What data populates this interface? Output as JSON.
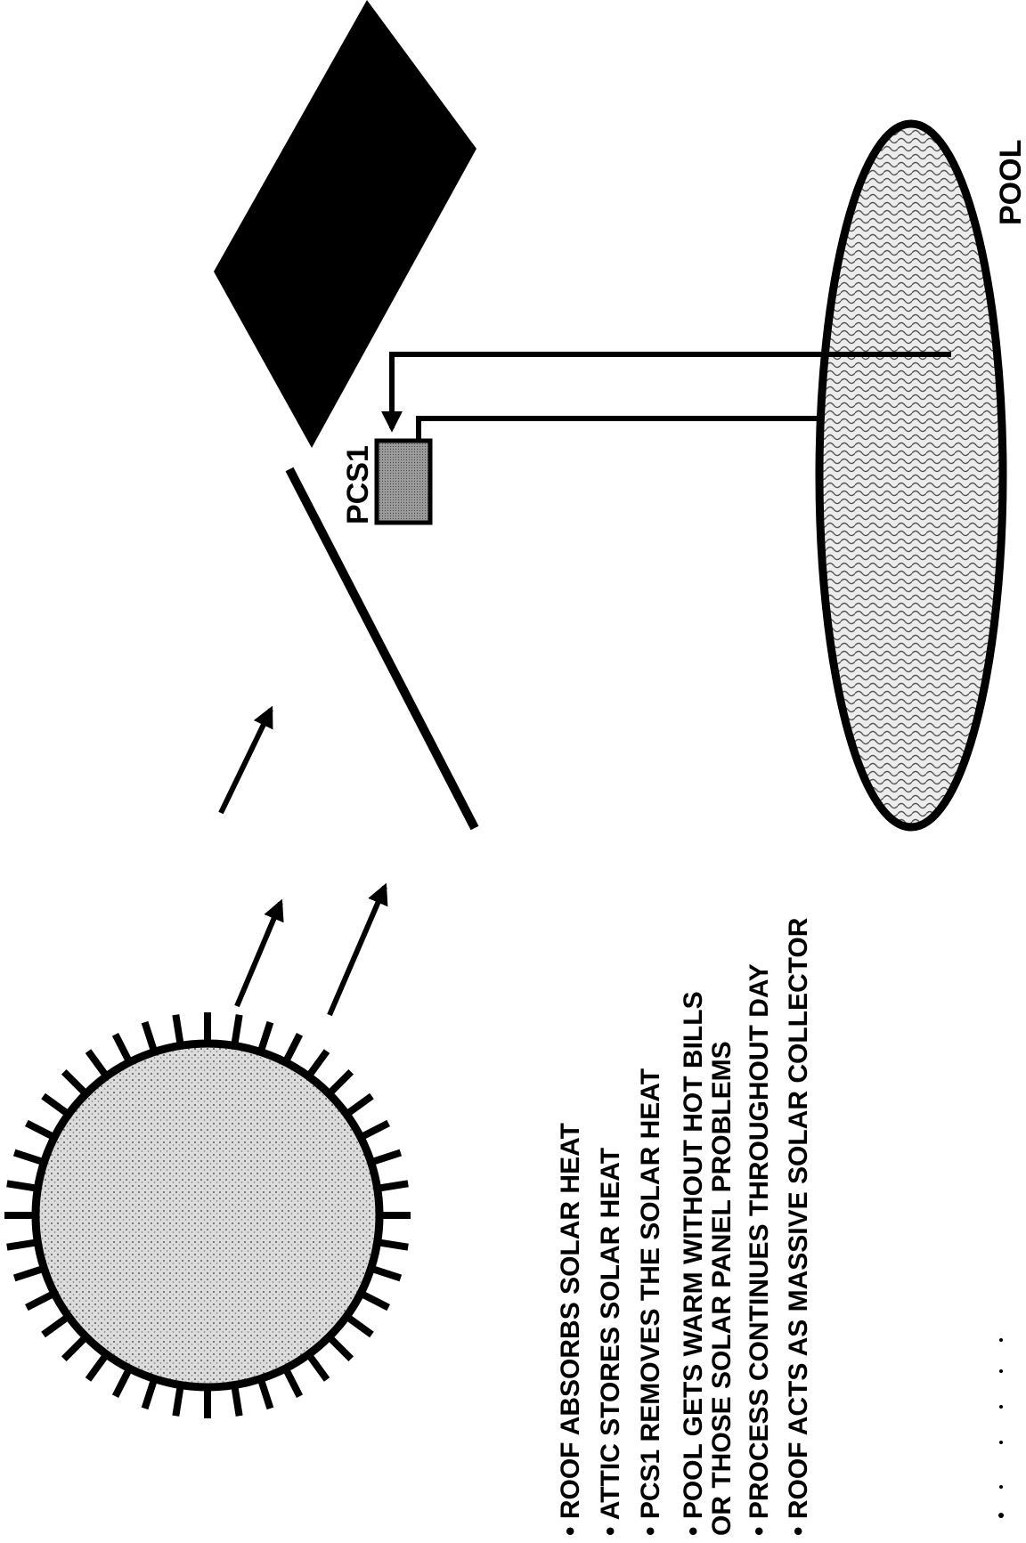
{
  "labels": {
    "pcs1": "PCS1",
    "pool": "POOL"
  },
  "bullets": [
    {
      "lines": [
        "ROOF ABSORBS SOLAR HEAT"
      ]
    },
    {
      "lines": [
        "ATTIC STORES SOLAR HEAT"
      ]
    },
    {
      "lines": [
        "PCS1 REMOVES THE SOLAR HEAT"
      ]
    },
    {
      "lines": [
        "POOL GETS WARM WITHOUT HOT BILLS",
        "OR THOSE SOLAR PANEL PROBLEMS"
      ]
    },
    {
      "lines": [
        "PROCESS CONTINUES THROUGHOUT DAY"
      ]
    },
    {
      "lines": [
        "ROOF ACTS AS MASSIVE SOLAR COLLECTOR"
      ]
    }
  ],
  "bullet_glyph": "•",
  "colors": {
    "ink": "#000000",
    "background": "#ffffff",
    "sun_fill": "#d9d9d9",
    "pcs1_fill": "#8c8c8c",
    "pool_fill": "#e4e4e4"
  },
  "icons": [
    "sun-icon",
    "heat-ray-arrow-icon",
    "roof-icon",
    "pcs1-unit-icon",
    "pool-icon",
    "pipe-arrow-icon"
  ]
}
